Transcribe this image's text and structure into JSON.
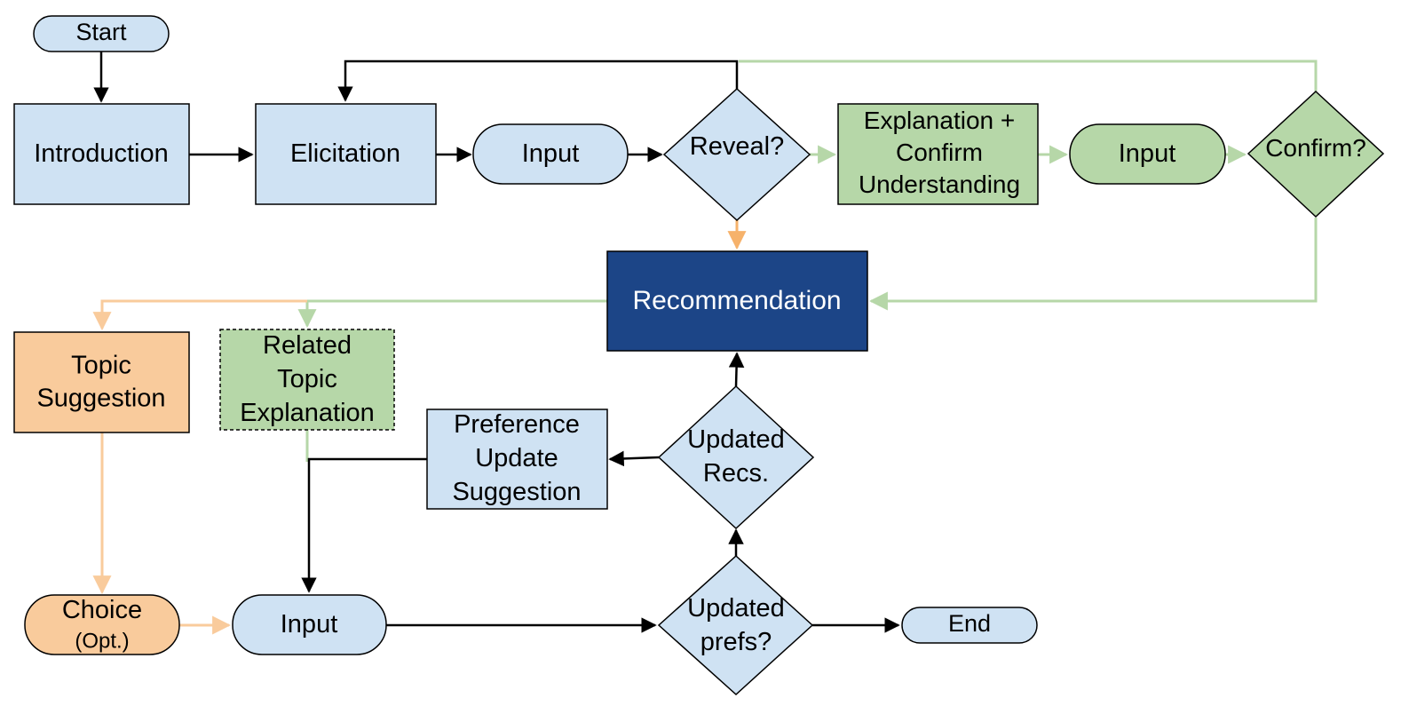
{
  "colors": {
    "blue_fill": "#cfe2f3",
    "green_fill": "#b6d7a8",
    "orange_fill": "#f9cb9c",
    "dark_blue_fill": "#1c4587",
    "black_arrow": "#000000",
    "green_arrow": "#b6d7a8",
    "orange_arrow": "#f9cb9c",
    "dark_orange_arrow": "#f6b26b"
  },
  "nodes": {
    "start": {
      "lines": [
        "Start"
      ]
    },
    "introduction": {
      "lines": [
        "Introduction"
      ]
    },
    "elicitation": {
      "lines": [
        "Elicitation"
      ]
    },
    "input_1": {
      "lines": [
        "Input"
      ]
    },
    "reveal": {
      "lines": [
        "Reveal?"
      ]
    },
    "explanation_confirm": {
      "lines": [
        "Explanation +",
        "Confirm",
        "Understanding"
      ]
    },
    "input_2": {
      "lines": [
        "Input"
      ]
    },
    "confirm": {
      "lines": [
        "Confirm?"
      ]
    },
    "recommendation": {
      "lines": [
        "Recommendation"
      ]
    },
    "topic_suggestion": {
      "lines": [
        "Topic",
        "Suggestion"
      ]
    },
    "related_topic_explanation": {
      "lines": [
        "Related",
        "Topic",
        "Explanation"
      ]
    },
    "preference_update_suggestion": {
      "lines": [
        "Preference",
        "Update",
        "Suggestion"
      ]
    },
    "updated_recs": {
      "lines": [
        "Updated",
        "Recs."
      ]
    },
    "choice": {
      "lines": [
        "Choice"
      ],
      "sub": "(Opt.)"
    },
    "input_3": {
      "lines": [
        "Input"
      ]
    },
    "updated_prefs": {
      "lines": [
        "Updated",
        "prefs?"
      ]
    },
    "end": {
      "lines": [
        "End"
      ]
    }
  }
}
